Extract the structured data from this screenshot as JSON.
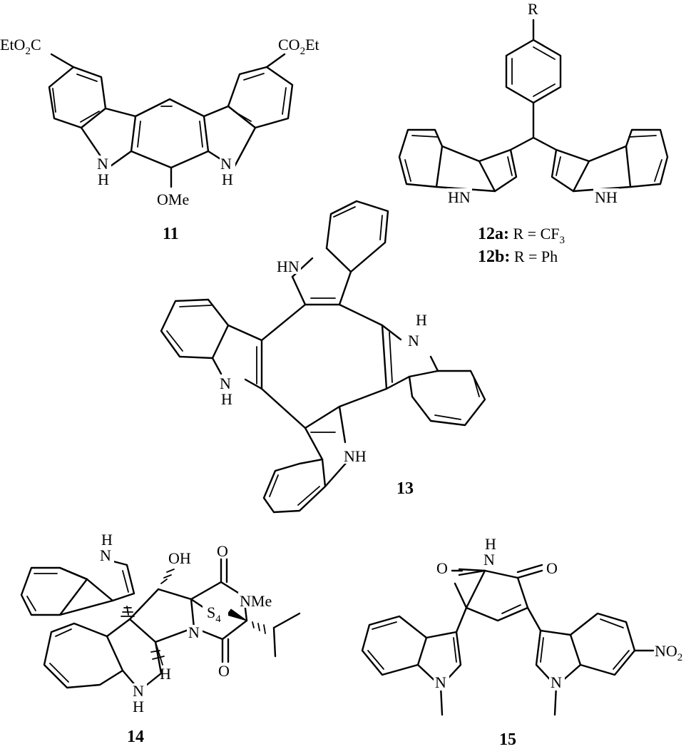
{
  "compounds": [
    {
      "id": "11",
      "labels": {
        "ester_left": [
          "EtO",
          "2",
          "C"
        ],
        "ester_right": [
          "CO",
          "2",
          "Et"
        ],
        "nh_left": "N",
        "h_left": "H",
        "nh_right": "N",
        "h_right": "H",
        "ome": "OMe"
      }
    },
    {
      "id": "12",
      "labels": {
        "r": "R",
        "nh_left": "HN",
        "nh_right": "NH"
      },
      "variants": [
        {
          "id": "12a:",
          "text": " R = CF",
          "sub": "3"
        },
        {
          "id": "12b:",
          "text": " R = Ph"
        }
      ]
    },
    {
      "id": "13",
      "labels": {
        "nh_top": "HN",
        "h_right": "H",
        "n_right": "N",
        "n_left": "N",
        "h_left": "H",
        "nh_bottom": "NH"
      }
    },
    {
      "id": "14",
      "labels": {
        "h_top": "H",
        "n_top": "N",
        "oh": "OH",
        "o_top": "O",
        "nme": "NMe",
        "s4": [
          "S",
          "4"
        ],
        "n_ring": "N",
        "nh": "N",
        "h_nh": "H",
        "h_stereo": "H",
        "o_bottom": "O"
      }
    },
    {
      "id": "15",
      "labels": {
        "h_top": "H",
        "n_top": "N",
        "o_left": "O",
        "o_right": "O",
        "n_left": "N",
        "n_right": "N",
        "no2": [
          "NO",
          "2"
        ]
      }
    }
  ]
}
